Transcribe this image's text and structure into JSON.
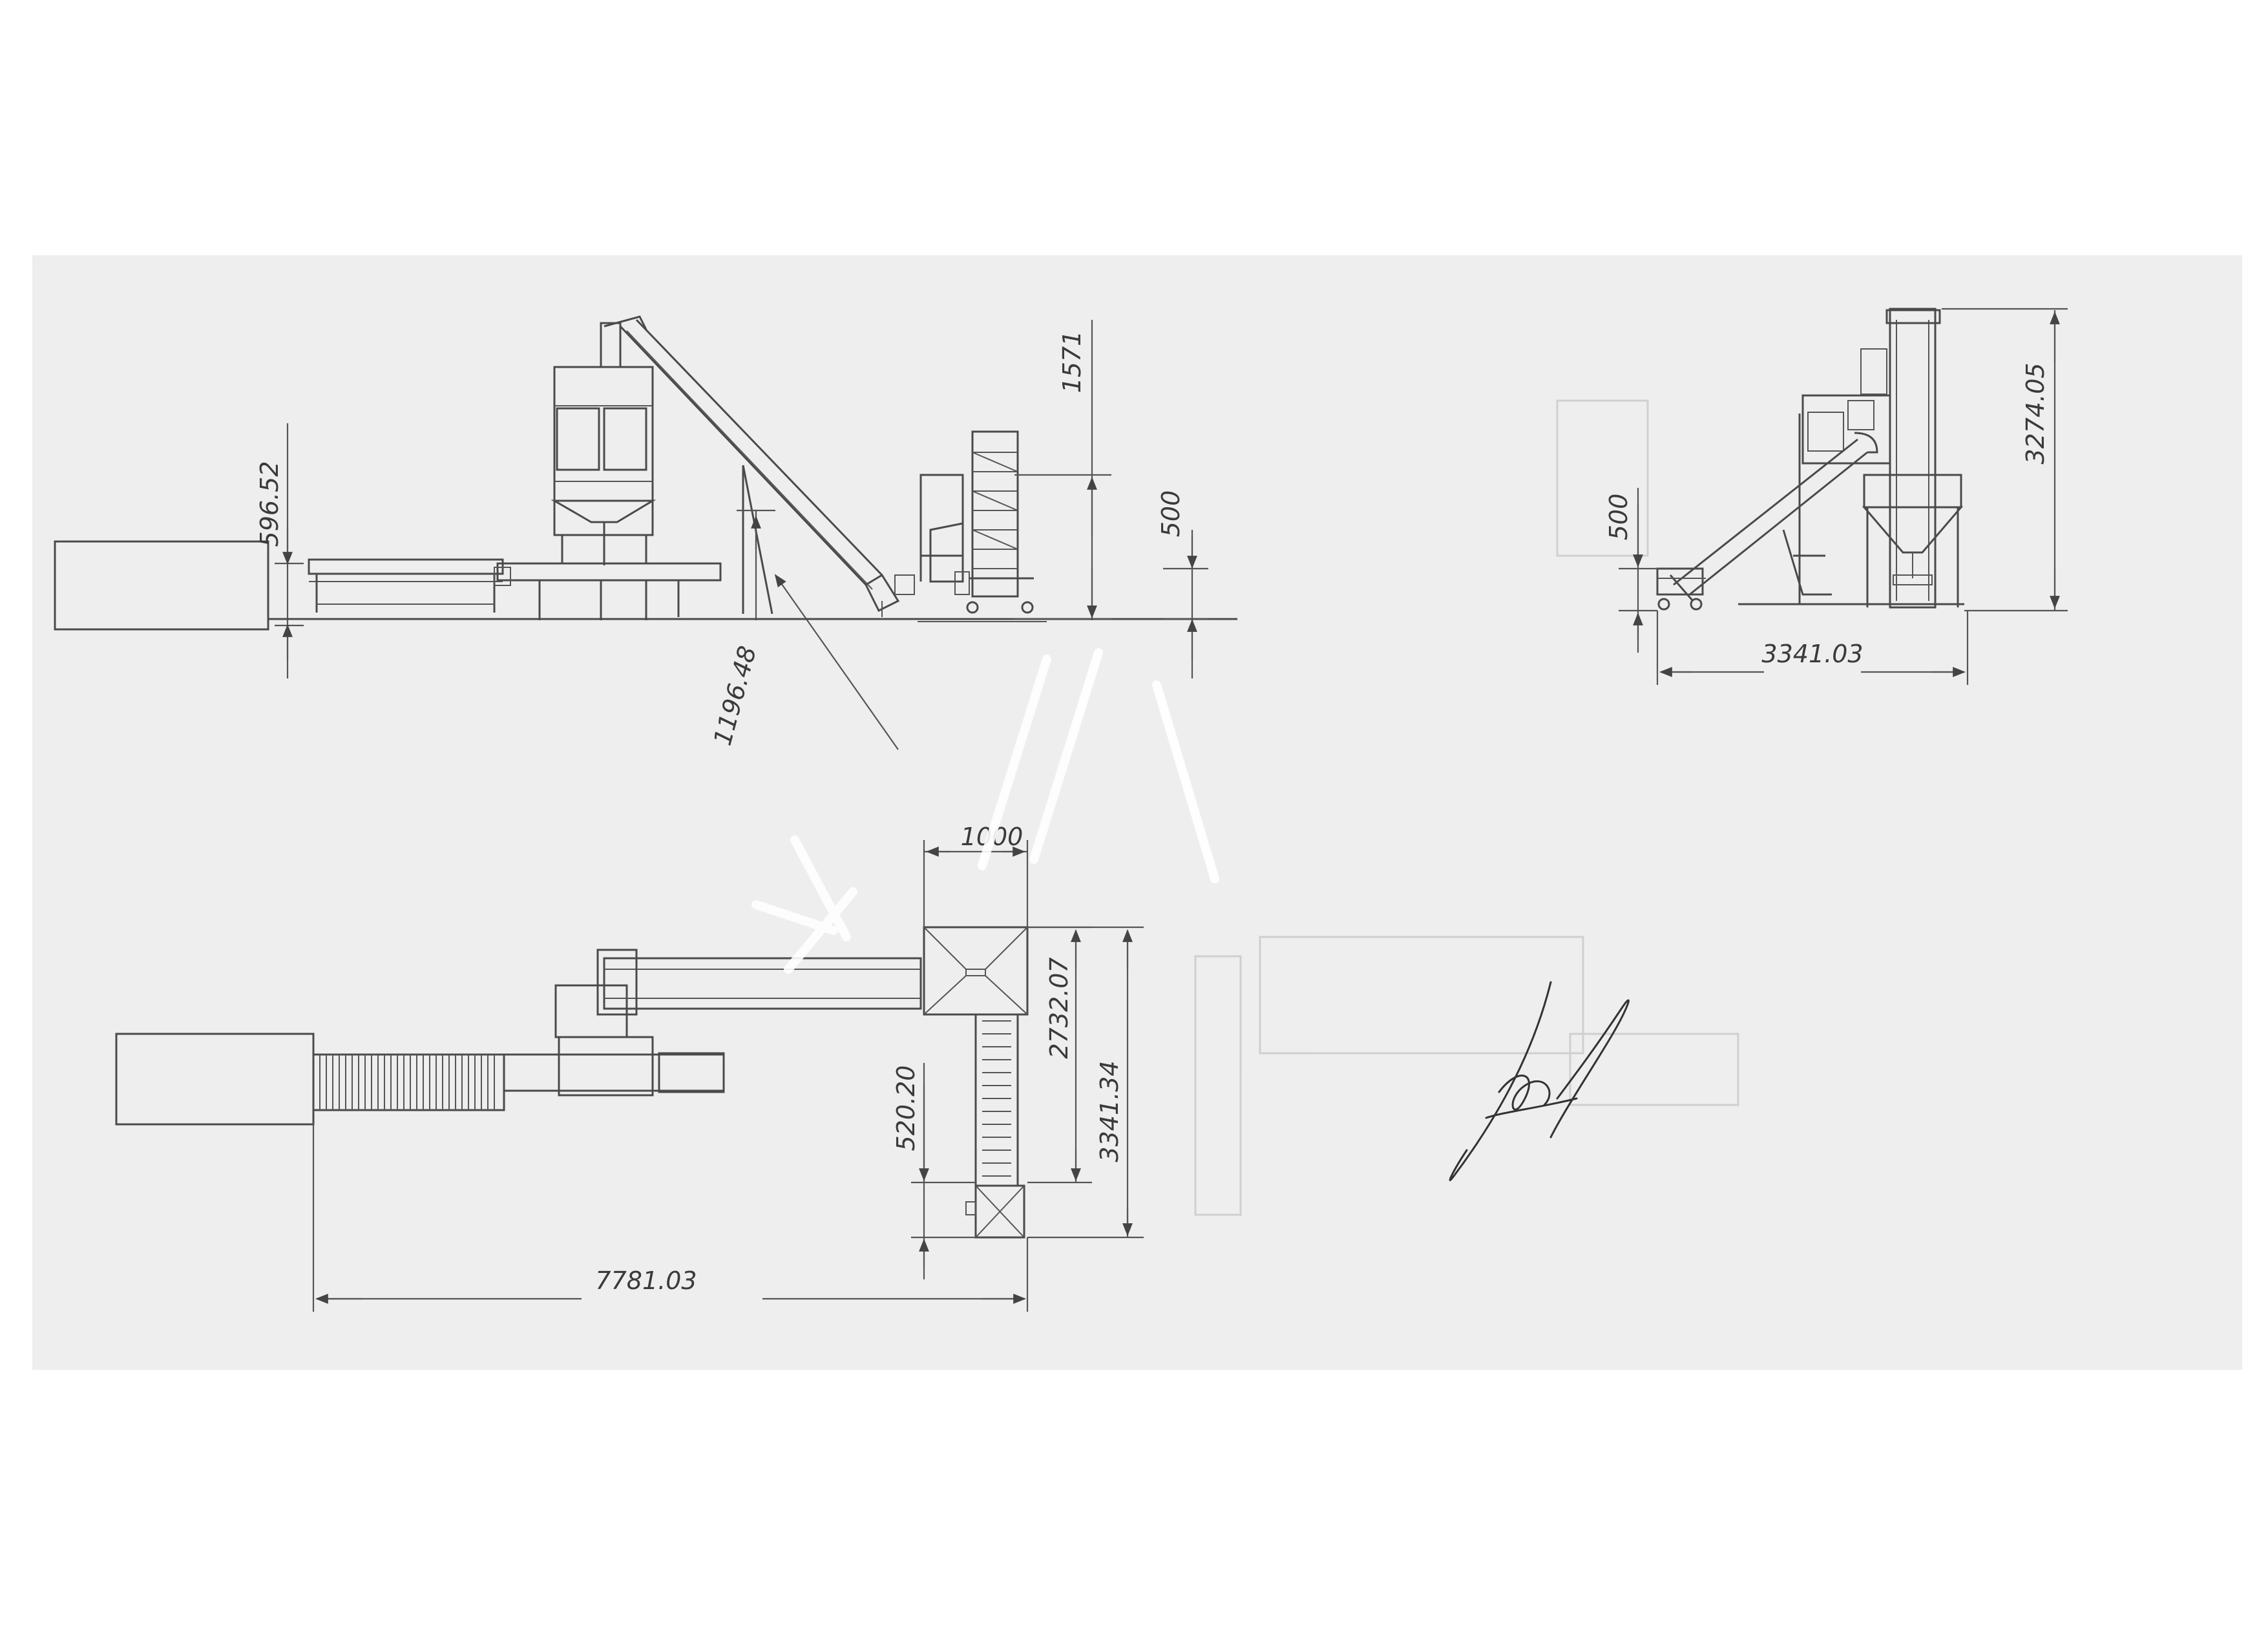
{
  "drawing": {
    "paper_color": "#ffffff",
    "scan_band_color": "#eeeeee",
    "line_color": "#4a4a4a",
    "watermark_color": "#ffffff"
  },
  "side_view": {
    "dim_height_left": "596.52",
    "dim_top_right": "1571",
    "dim_mid_right": "500",
    "dim_conveyor_height": "1196.48"
  },
  "end_view": {
    "dim_height_left": "500",
    "dim_total_height": "3274.05",
    "dim_width": "3341.03"
  },
  "plan_view": {
    "dim_top_width": "1000",
    "dim_inner_depth": "2732.07",
    "dim_total_depth": "3341.34",
    "dim_hopper": "520.20",
    "dim_total_length": "7781.03"
  }
}
